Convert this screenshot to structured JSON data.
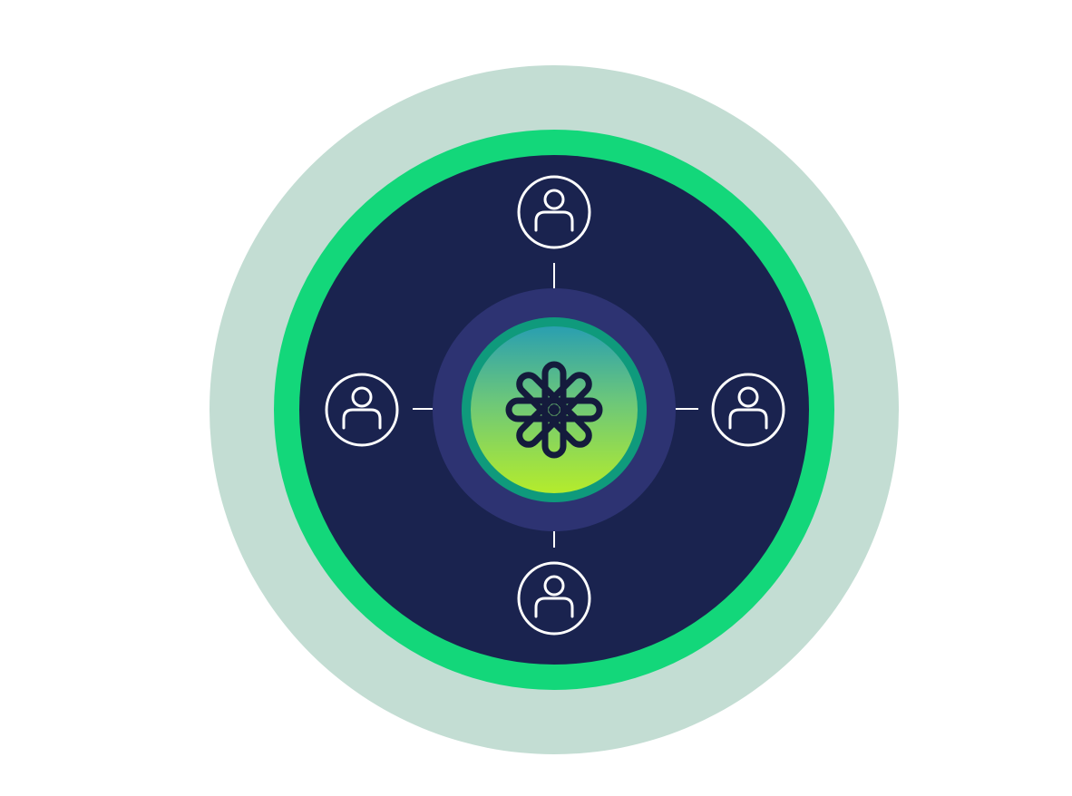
{
  "colors": {
    "background": "#ffffff",
    "outer_halo": "#c3ddd3",
    "green_ring": "#13d77a",
    "navy_disc": "#1a234f",
    "inner_halo": "#2d3372",
    "hub_ring": "#0f9a7c",
    "hub_gradient_top": "#2a9fb0",
    "hub_gradient_bottom": "#b4ec2c",
    "connector_line": "#ffffff",
    "node_stroke": "#ffffff",
    "hub_icon_stroke": "#141b3c"
  },
  "hub": {
    "icon": "asterisk-flower-logo-icon"
  },
  "nodes": [
    {
      "id": "top",
      "icon": "user-icon"
    },
    {
      "id": "left",
      "icon": "user-icon"
    },
    {
      "id": "right",
      "icon": "user-icon"
    },
    {
      "id": "bottom",
      "icon": "user-icon"
    }
  ]
}
